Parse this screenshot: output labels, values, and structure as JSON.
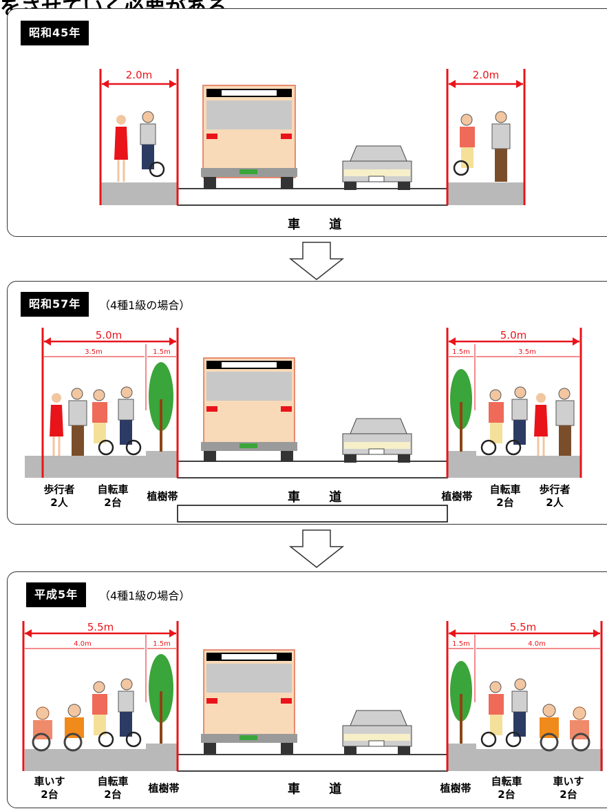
{
  "header_fragment": "をさせていく必要がある。",
  "arrow_icon": "down-arrow-icon",
  "colors": {
    "red": "#e8141a",
    "sidewalk": "#b9b9b9",
    "bus": "#f8d9b8",
    "car": "#cfcfcf",
    "tree": "#3aa53a"
  },
  "panels": [
    {
      "era": "昭和45年",
      "note": "",
      "left": {
        "total": "2.0m"
      },
      "right": {
        "total": "2.0m"
      },
      "road": "車 道"
    },
    {
      "era": "昭和57年",
      "note": "（4種1級の場合）",
      "left": {
        "total": "5.0m",
        "walk": "3.5m",
        "planting": "1.5m"
      },
      "right": {
        "total": "5.0m",
        "walk": "3.5m",
        "planting": "1.5m"
      },
      "road": "車 道",
      "labels": {
        "pedestrians": "歩行者\n2人",
        "bicycles": "自転車\n2台",
        "planting": "植樹帯"
      }
    },
    {
      "era": "平成5年",
      "note": "（4種1級の場合）",
      "left": {
        "total": "5.5m",
        "walk": "4.0m",
        "planting": "1.5m"
      },
      "right": {
        "total": "5.5m",
        "walk": "4.0m",
        "planting": "1.5m"
      },
      "road": "車 道",
      "labels": {
        "wheelchairs": "車いす\n2台",
        "bicycles": "自転車\n2台",
        "planting": "植樹帯"
      }
    }
  ]
}
